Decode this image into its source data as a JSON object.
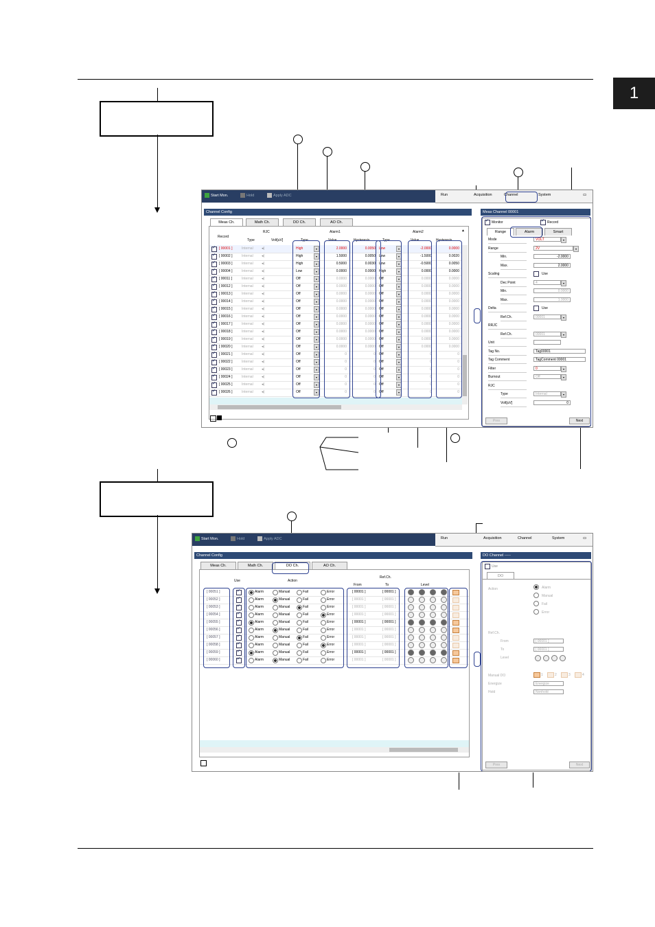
{
  "chapter_tab": "1",
  "shot1": {
    "toolbar": {
      "start_mon": "Start Mon.",
      "hold": "Hold",
      "apply_adc": "Apply ADC",
      "run": "Run",
      "acquisition": "Acquisition",
      "channel": "Channel",
      "system": "System"
    },
    "panel_title": "Channel Config",
    "tabs": [
      "Meas Ch.",
      "Math Ch.",
      "DO Ch.",
      "AO Ch."
    ],
    "headers": {
      "record": "Record",
      "rjc": "RJC",
      "type": "Type",
      "volt": "Volt[uV]",
      "alarm1": "Alarm1",
      "alarm2": "Alarm2",
      "a_type": "Type",
      "value": "Value",
      "hyst": "Hysteresis"
    },
    "rows": [
      {
        "ch": "[ 00001 ]",
        "rjc": "Internal",
        "t1": "High",
        "v1": "2.0000",
        "h1": "0.0050",
        "t2": "Low",
        "v2": "-2.0000",
        "h2": "0.0000",
        "sel": true
      },
      {
        "ch": "[ 00002 ]",
        "rjc": "Internal",
        "t1": "High",
        "v1": "1.5000",
        "h1": "0.0050",
        "t2": "Low",
        "v2": "-1.5000",
        "h2": "0.0020"
      },
      {
        "ch": "[ 00003 ]",
        "rjc": "Internal",
        "t1": "High",
        "v1": "0.5000",
        "h1": "0.0030",
        "t2": "Low",
        "v2": "-0.5000",
        "h2": "0.0050"
      },
      {
        "ch": "[ 00004 ]",
        "rjc": "Internal",
        "t1": "Low",
        "v1": "0.0000",
        "h1": "0.0000",
        "t2": "High",
        "v2": "0.0000",
        "h2": "0.0000"
      },
      {
        "ch": "[ 00011 ]",
        "rjc": "Internal",
        "t1": "Off",
        "v1": "0.0000",
        "h1": "0.0000",
        "t2": "Off",
        "v2": "0.0000",
        "h2": "0.0000",
        "dim": true
      },
      {
        "ch": "[ 00012 ]",
        "rjc": "Internal",
        "t1": "Off",
        "v1": "0.0000",
        "h1": "0.0000",
        "t2": "Off",
        "v2": "0.0000",
        "h2": "0.0000",
        "dim": true
      },
      {
        "ch": "[ 00013 ]",
        "rjc": "Internal",
        "t1": "Off",
        "v1": "0.0000",
        "h1": "0.0000",
        "t2": "Off",
        "v2": "0.0000",
        "h2": "0.0000",
        "dim": true
      },
      {
        "ch": "[ 00014 ]",
        "rjc": "Internal",
        "t1": "Off",
        "v1": "0.0000",
        "h1": "0.0000",
        "t2": "Off",
        "v2": "0.0000",
        "h2": "0.0000",
        "dim": true
      },
      {
        "ch": "[ 00015 ]",
        "rjc": "Internal",
        "t1": "Off",
        "v1": "0.0000",
        "h1": "0.0000",
        "t2": "Off",
        "v2": "0.0000",
        "h2": "0.0000",
        "dim": true
      },
      {
        "ch": "[ 00016 ]",
        "rjc": "Internal",
        "t1": "Off",
        "v1": "0.0000",
        "h1": "0.0000",
        "t2": "Off",
        "v2": "0.0000",
        "h2": "0.0000",
        "dim": true
      },
      {
        "ch": "[ 00017 ]",
        "rjc": "Internal",
        "t1": "Off",
        "v1": "0.0000",
        "h1": "0.0000",
        "t2": "Off",
        "v2": "0.0000",
        "h2": "0.0000",
        "dim": true
      },
      {
        "ch": "[ 00018 ]",
        "rjc": "Internal",
        "t1": "Off",
        "v1": "0.0000",
        "h1": "0.0000",
        "t2": "Off",
        "v2": "0.0000",
        "h2": "0.0000",
        "dim": true
      },
      {
        "ch": "[ 00019 ]",
        "rjc": "Internal",
        "t1": "Off",
        "v1": "0.0000",
        "h1": "0.0000",
        "t2": "Off",
        "v2": "0.0000",
        "h2": "0.0000",
        "dim": true
      },
      {
        "ch": "[ 00020 ]",
        "rjc": "Internal",
        "t1": "Off",
        "v1": "0.0000",
        "h1": "0.0000",
        "t2": "Off",
        "v2": "0.0000",
        "h2": "0.0000",
        "dim": true
      },
      {
        "ch": "[ 00021 ]",
        "rjc": "Internal",
        "t1": "Off",
        "v1": "0",
        "h1": "0",
        "t2": "Off",
        "v2": "0",
        "h2": "0",
        "dim": true
      },
      {
        "ch": "[ 00022 ]",
        "rjc": "Internal",
        "t1": "Off",
        "v1": "0",
        "h1": "0",
        "t2": "Off",
        "v2": "0",
        "h2": "0",
        "dim": true
      },
      {
        "ch": "[ 00023 ]",
        "rjc": "Internal",
        "t1": "Off",
        "v1": "0",
        "h1": "0",
        "t2": "Off",
        "v2": "0",
        "h2": "0",
        "dim": true
      },
      {
        "ch": "[ 00024 ]",
        "rjc": "Internal",
        "t1": "Off",
        "v1": "0",
        "h1": "0",
        "t2": "Off",
        "v2": "0",
        "h2": "0",
        "dim": true
      },
      {
        "ch": "[ 00025 ]",
        "rjc": "Internal",
        "t1": "Off",
        "v1": "0",
        "h1": "0",
        "t2": "Off",
        "v2": "0",
        "h2": "0",
        "dim": true
      },
      {
        "ch": "[ 00026 ]",
        "rjc": "Internal",
        "t1": "Off",
        "v1": "0",
        "h1": "0",
        "t2": "Off",
        "v2": "0",
        "h2": "0",
        "dim": true
      }
    ],
    "right": {
      "title": "Meas Channel 00001",
      "monitor": "Monitor",
      "record": "Record",
      "tabs": [
        "Range",
        "Alarm",
        "Smart"
      ],
      "fields": [
        {
          "label": "Mode",
          "value": "VOLT"
        },
        {
          "label": "Range",
          "value": "2V"
        },
        {
          "label": "Min.",
          "value": "-2.0000",
          "indent": true
        },
        {
          "label": "Max.",
          "value": "2.0000",
          "indent": true
        },
        {
          "label": "Scaling",
          "value": "Use"
        },
        {
          "label": "Dec Point",
          "value": "4",
          "indent": true
        },
        {
          "label": "Min.",
          "value": "0.0000",
          "indent": true
        },
        {
          "label": "Max.",
          "value": "1.0000",
          "indent": true
        },
        {
          "label": "Delta",
          "value": "Use"
        },
        {
          "label": "Ref.Ch.",
          "value": "00001",
          "indent": true
        },
        {
          "label": "RRJC",
          "value": ""
        },
        {
          "label": "Ref.Ch.",
          "value": "00001",
          "indent": true
        },
        {
          "label": "Unit",
          "value": ""
        },
        {
          "label": "Tag No.",
          "value": "Tag00001"
        },
        {
          "label": "Tag Comment",
          "value": "TagComment 00001"
        },
        {
          "label": "Filter",
          "value": "0"
        },
        {
          "label": "Burnout",
          "value": "Off"
        },
        {
          "label": "RJC",
          "value": ""
        },
        {
          "label": "Type",
          "value": "Internal",
          "indent": true
        },
        {
          "label": "Volt[uV]",
          "value": "0",
          "indent": true
        }
      ],
      "prev": "Prev",
      "next": "Next"
    }
  },
  "shot2": {
    "panel_title": "Channel Config",
    "tabs": [
      "Meas Ch.",
      "Math Ch.",
      "DO Ch.",
      "AO Ch."
    ],
    "headers": {
      "use": "Use",
      "action": "Action",
      "refch": "Ref.Ch.",
      "from": "From",
      "to": "To",
      "level": "Level"
    },
    "actions": [
      "Alarm",
      "Manual",
      "Fail",
      "Error"
    ],
    "rows": [
      {
        "ch": "[ 00051 ]",
        "act": 0,
        "from": "[ 00001 ]",
        "to": "[ 00001 ]",
        "lv": [
          1,
          1,
          1,
          1
        ],
        "o": 1
      },
      {
        "ch": "[ 00052 ]",
        "act": 1,
        "from": "[ 00001 ]",
        "to": "[ 00001 ]",
        "lv": [
          0,
          0,
          0,
          0
        ],
        "o": 0,
        "dim": true
      },
      {
        "ch": "[ 00053 ]",
        "act": 2,
        "from": "[ 00001 ]",
        "to": "[ 00001 ]",
        "lv": [
          0,
          0,
          0,
          0
        ],
        "o": 0,
        "dim": true
      },
      {
        "ch": "[ 00054 ]",
        "act": 3,
        "from": "[ 00001 ]",
        "to": "[ 00001 ]",
        "lv": [
          0,
          0,
          0,
          0
        ],
        "o": 0,
        "dim": true
      },
      {
        "ch": "[ 00055 ]",
        "act": 0,
        "from": "[ 00001 ]",
        "to": "[ 00001 ]",
        "lv": [
          1,
          1,
          1,
          1
        ],
        "o": 1
      },
      {
        "ch": "[ 00056 ]",
        "act": 1,
        "from": "[ 00001 ]",
        "to": "[ 00001 ]",
        "lv": [
          0,
          0,
          0,
          0
        ],
        "o": 1,
        "dim": true
      },
      {
        "ch": "[ 00057 ]",
        "act": 2,
        "from": "[ 00001 ]",
        "to": "[ 00001 ]",
        "lv": [
          0,
          0,
          0,
          0
        ],
        "o": 0,
        "dim": true
      },
      {
        "ch": "[ 00058 ]",
        "act": 3,
        "from": "[ 00001 ]",
        "to": "[ 00001 ]",
        "lv": [
          0,
          0,
          0,
          0
        ],
        "o": 0,
        "dim": true
      },
      {
        "ch": "[ 00059 ]",
        "act": 0,
        "from": "[ 00001 ]",
        "to": "[ 00001 ]",
        "lv": [
          1,
          1,
          1,
          1
        ],
        "o": 1
      },
      {
        "ch": "[ 00060 ]",
        "act": 1,
        "from": "[ 00001 ]",
        "to": "[ 00001 ]",
        "lv": [
          0,
          0,
          0,
          0
        ],
        "o": 1,
        "dim": true
      }
    ],
    "right": {
      "title": "DO Channel -----",
      "use": "Use",
      "tab": "DO",
      "action_label": "Action",
      "refch_label": "Ref.Ch.",
      "from": "From",
      "to": "To",
      "level": "Level",
      "from_val": "[ 00001 ]",
      "to_val": "[ 00001 ]",
      "manual_do": "Manual DO",
      "energize": "Energize",
      "hold": "Hold",
      "energize_val": "Energize",
      "hold_val": "Nonhold",
      "do_nums": [
        "1",
        "2",
        "3",
        "4"
      ],
      "prev": "Prev",
      "next": "Next"
    }
  }
}
